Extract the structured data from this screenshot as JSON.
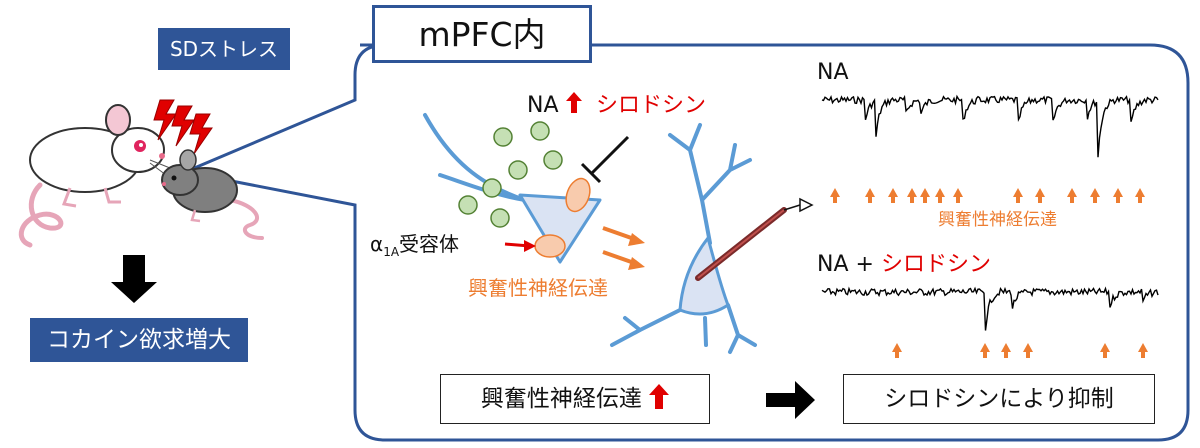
{
  "stress_label": "SDストレス",
  "outcome_label": "コカイン欲求増大",
  "panel_title": "mPFC内",
  "na_label": "NA",
  "drug_label": "シロドシン",
  "receptor_label": "α",
  "receptor_sub": "1A",
  "receptor_suffix": "受容体",
  "transmission_label": "興奮性神経伝達",
  "trace1_label": "NA",
  "trace2_label_prefix": "NA + ",
  "trace2_label_drug": "シロドシン",
  "trace_note": "興奮性神経伝達",
  "result_left": "興奮性神経伝達",
  "result_right": "シロドシンにより抑制",
  "colors": {
    "navy": "#2f5597",
    "red": "#ff0000",
    "orange": "#ed7d31",
    "neuron_fill": "#dae3f3",
    "neuron_line": "#5b9bd5",
    "vesicle_fill": "#c5e0b4",
    "vesicle_line": "#548235",
    "receptor_fill": "#f8cbad",
    "receptor_line": "#ed7d31"
  },
  "icons": [
    "mouse-white-icon",
    "mouse-gray-icon",
    "stress-bolt-icon",
    "down-arrow-icon",
    "right-arrow-icon",
    "up-arrow-icon",
    "electrode-icon"
  ]
}
